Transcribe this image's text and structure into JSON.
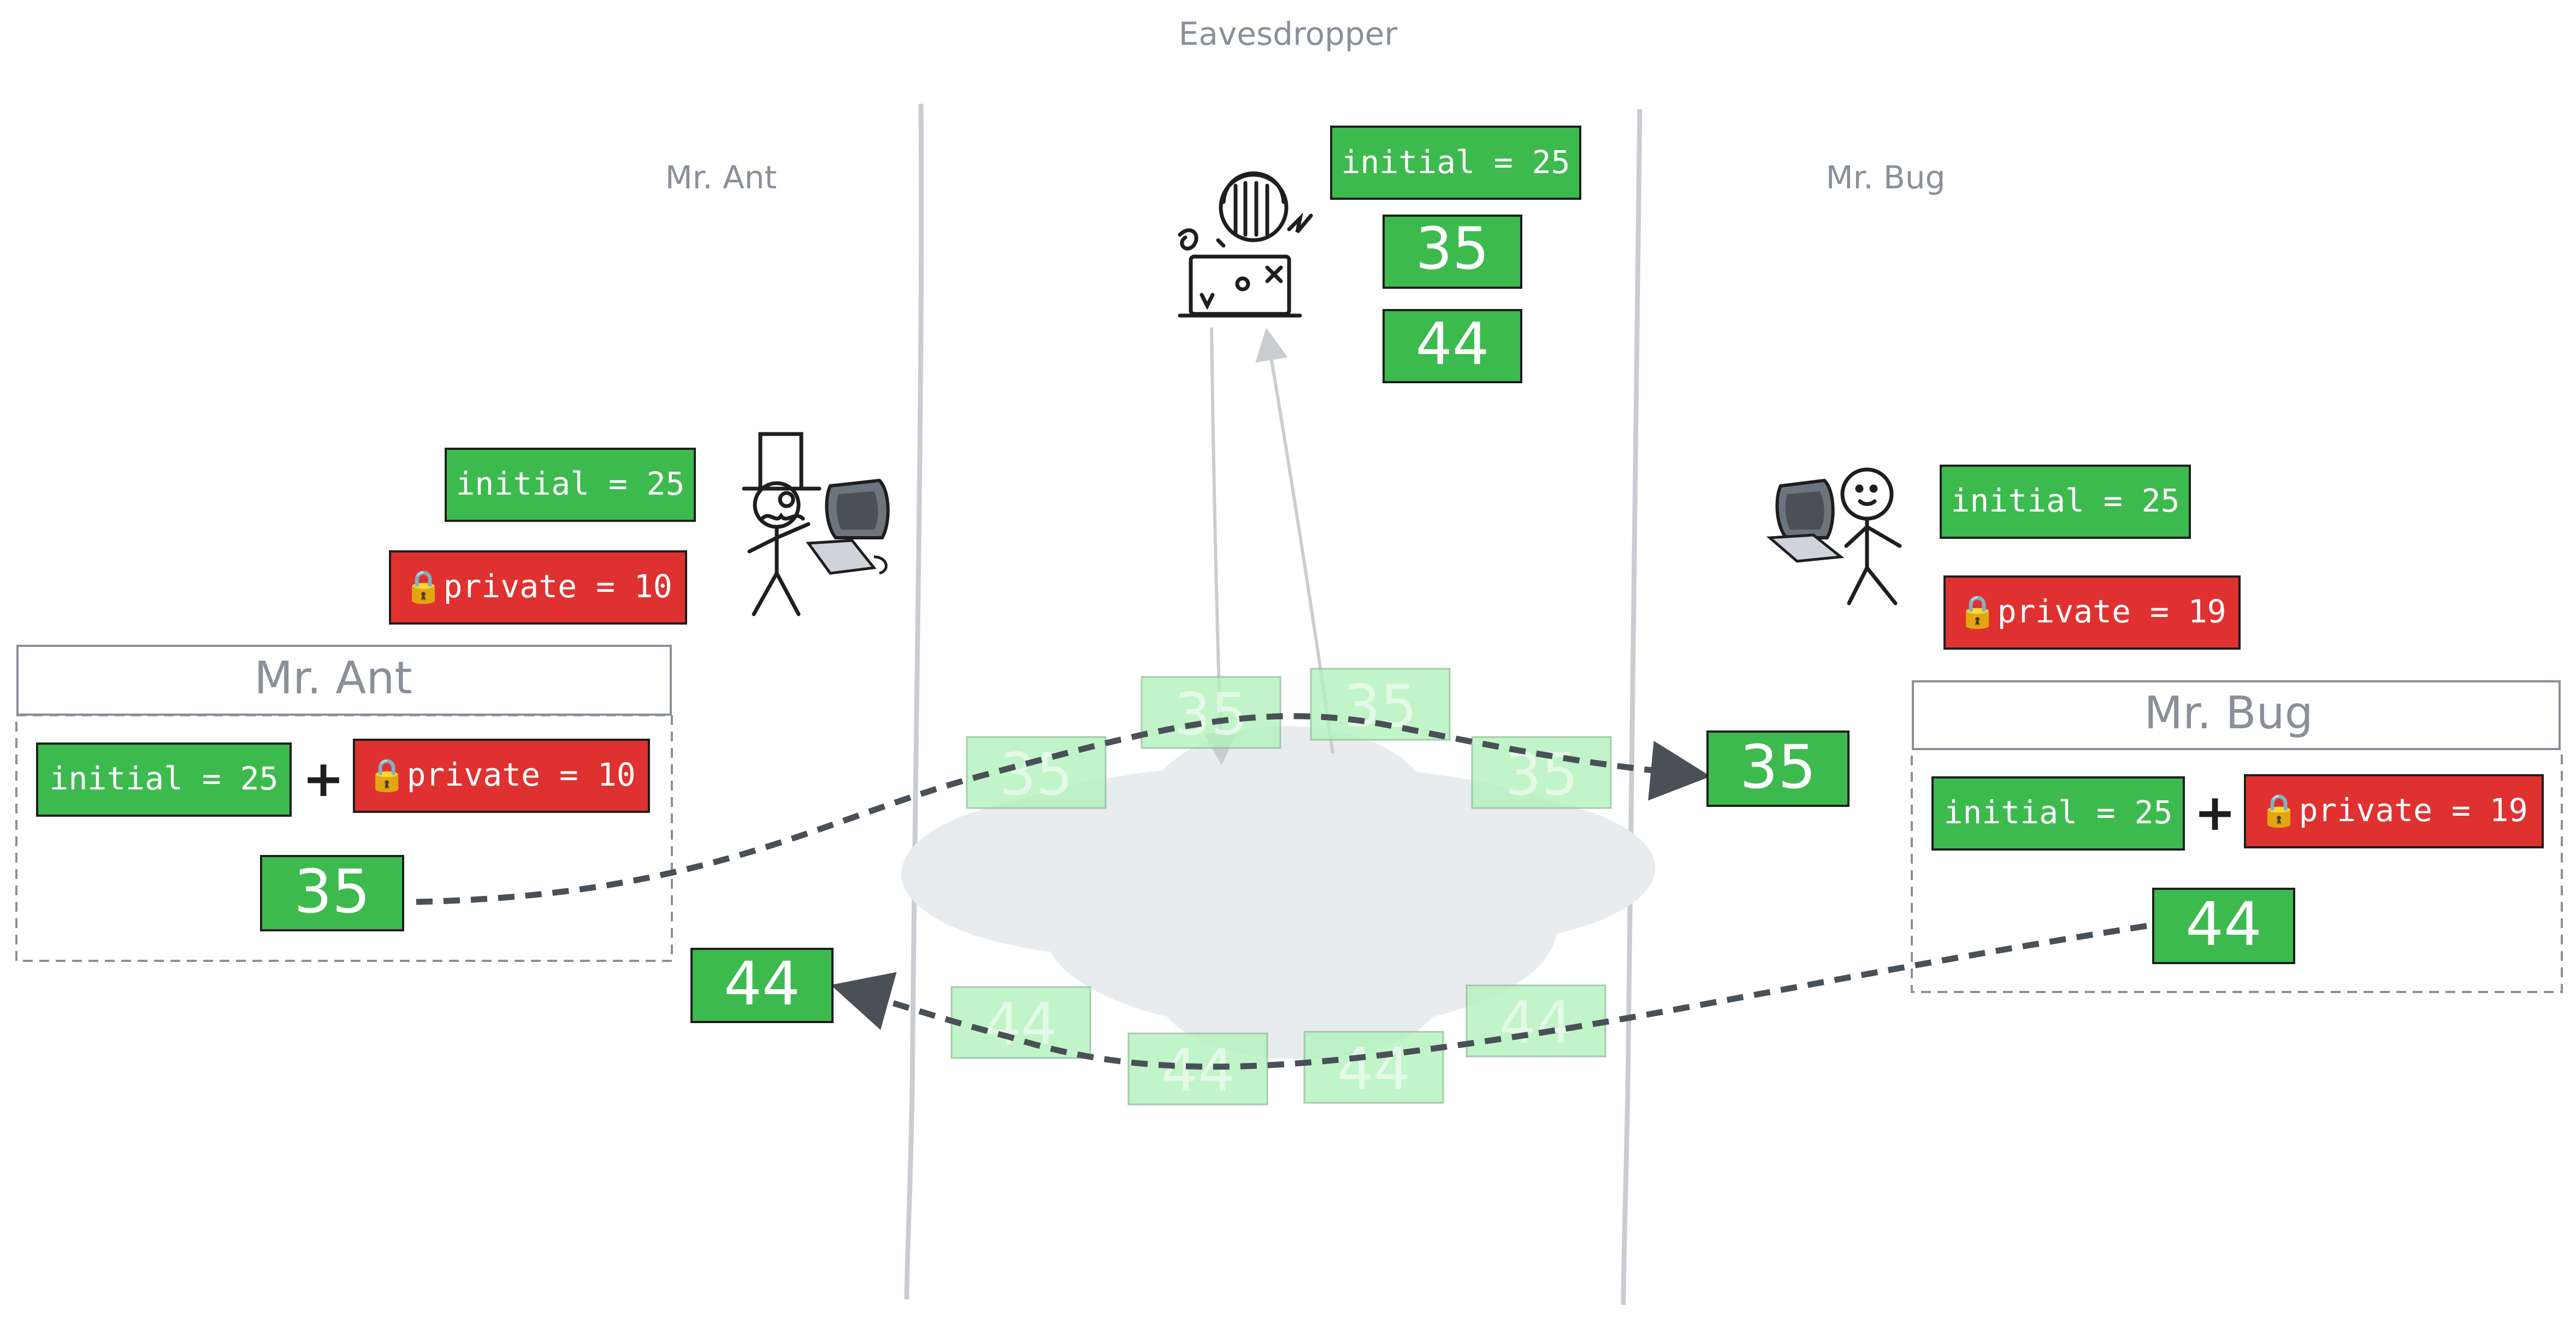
{
  "labels": {
    "eavesdropper": "Eavesdropper",
    "ant": "Mr. Ant",
    "bug": "Mr. Bug",
    "ant_panel_title": "Mr. Ant",
    "bug_panel_title": "Mr. Bug"
  },
  "eavesdropper": {
    "initial": "initial = 25",
    "seen_a": "35",
    "seen_b": "44"
  },
  "ant": {
    "initial": "initial = 25",
    "private": "🔒private = 10",
    "calc_initial": "initial = 25",
    "plus": "+",
    "calc_private": "🔒private = 10",
    "result": "35",
    "received": "44"
  },
  "bug": {
    "initial": "initial = 25",
    "private": "🔒private = 19",
    "calc_initial": "initial = 25",
    "plus": "+",
    "calc_private": "🔒private = 19",
    "result": "44",
    "received": "35"
  },
  "network": {
    "packets_top": [
      "35",
      "35",
      "35",
      "35"
    ],
    "packets_bottom": [
      "44",
      "44",
      "44",
      "44"
    ]
  },
  "colors": {
    "green": "#3dba4e",
    "red": "#e03131",
    "border": "#1e1e1e",
    "cloud": "#e9ecef",
    "ghost_green": "#b2f2bb",
    "arrow": "#495057",
    "wall": "#c9cdd2"
  }
}
